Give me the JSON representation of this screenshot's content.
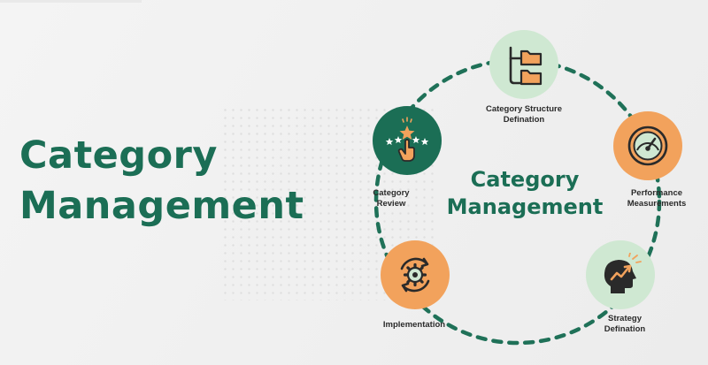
{
  "main_title": {
    "line1": "Category",
    "line2": "Management"
  },
  "center_title": {
    "line1": "Category",
    "line2": "Management"
  },
  "colors": {
    "brand_green": "#1b6e55",
    "node_green_light": "#cfe8d2",
    "node_orange": "#f2a25c",
    "ring_dash": "#1f7158"
  },
  "steps": [
    {
      "id": "structure",
      "label_lines": [
        "Category Structure",
        "Defination"
      ],
      "icon": "folder-tree-icon"
    },
    {
      "id": "performance",
      "label_lines": [
        "Performance",
        "Measurements"
      ],
      "icon": "gauge-icon"
    },
    {
      "id": "strategy",
      "label_lines": [
        "Strategy",
        "Defination"
      ],
      "icon": "head-growth-icon"
    },
    {
      "id": "implementation",
      "label_lines": [
        "Implementation"
      ],
      "icon": "gear-cycle-icon"
    },
    {
      "id": "review",
      "label_lines": [
        "Category",
        "Review"
      ],
      "icon": "star-rating-hand-icon"
    }
  ]
}
